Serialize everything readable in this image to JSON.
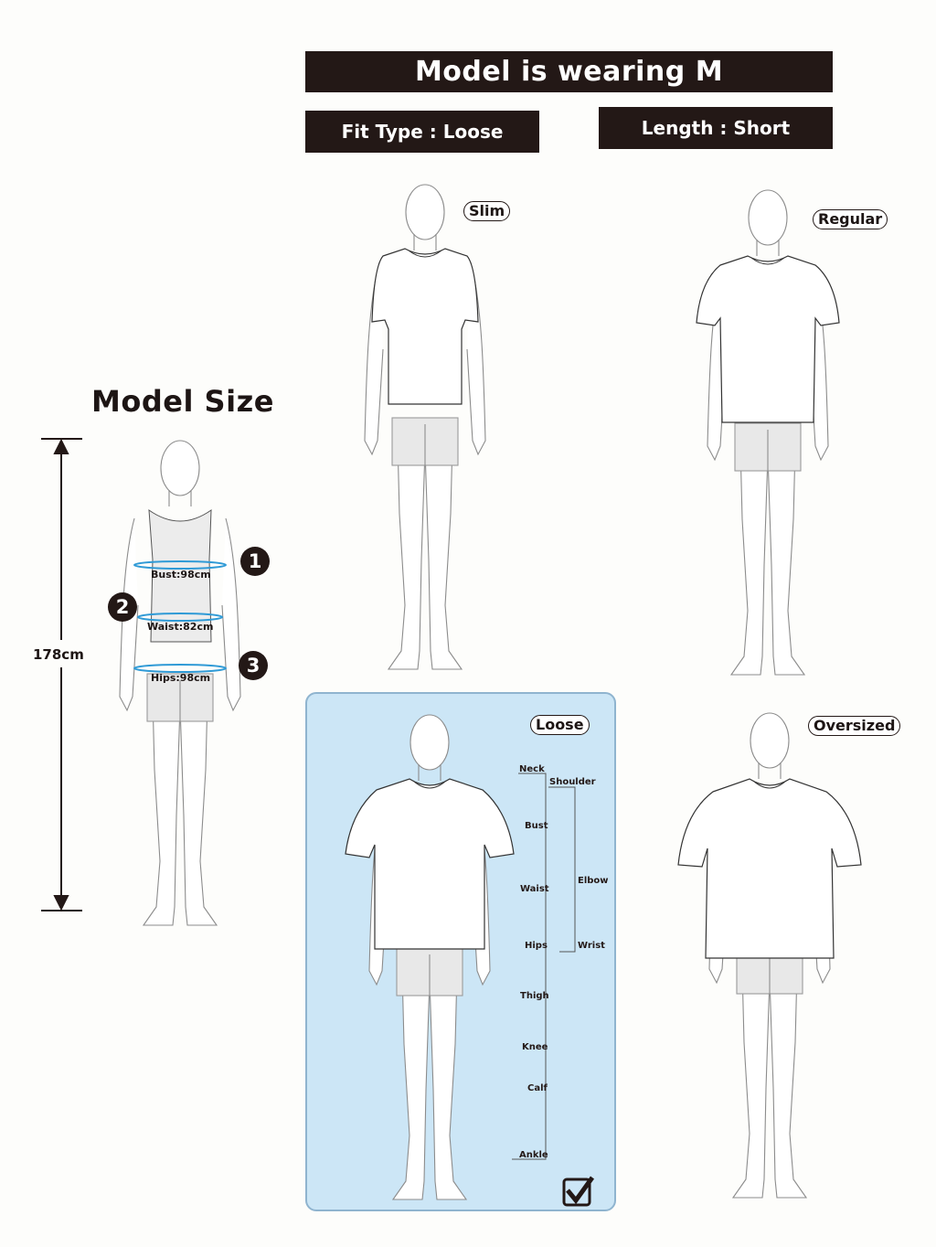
{
  "header": {
    "title": "Model is wearing M",
    "fit_type": "Fit Type : Loose",
    "length": "Length : Short"
  },
  "model_size": {
    "title": "Model Size",
    "height": "178cm",
    "measurements": [
      {
        "index": "1",
        "label": "Bust:98cm"
      },
      {
        "index": "2",
        "label": "Waist:82cm"
      },
      {
        "index": "3",
        "label": "Hips:98cm"
      }
    ]
  },
  "fit_options": [
    {
      "label": "Slim",
      "selected": false
    },
    {
      "label": "Regular",
      "selected": false
    },
    {
      "label": "Loose",
      "selected": true
    },
    {
      "label": "Oversized",
      "selected": false
    }
  ],
  "body_landmarks": {
    "left_column": [
      "Neck",
      "Bust",
      "Waist",
      "Hips",
      "Thigh",
      "Knee",
      "Calf",
      "Ankle"
    ],
    "right_column": [
      "Shoulder",
      "Elbow",
      "Wrist"
    ]
  },
  "selected_icon": "checkbox-checked-icon",
  "colors": {
    "banner_bg": "#231816",
    "selected_panel_bg": "#cce6f6",
    "selected_panel_border": "#8fb4cf",
    "measure_ring": "#2f9ad6"
  }
}
